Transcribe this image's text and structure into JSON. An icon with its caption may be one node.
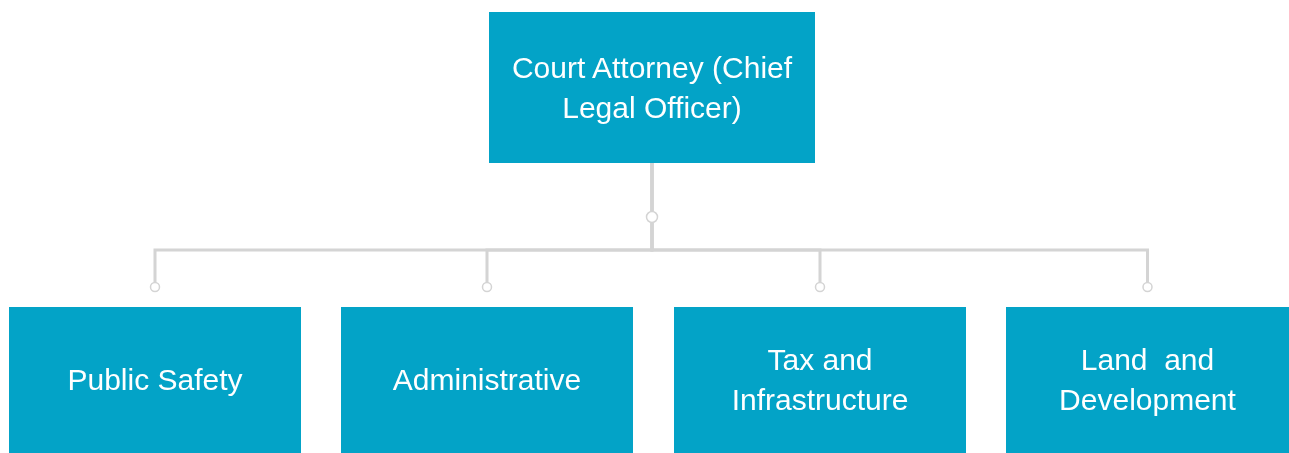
{
  "diagram": {
    "nodes": [
      {
        "text": [
          "Court Attorney (Chief Legal Officer)"
        ]
      },
      {
        "text": [
          "Public Safety"
        ]
      },
      {
        "text": [
          "Administrative"
        ]
      },
      {
        "text": [
          "Tax and Infrastructure"
        ]
      },
      {
        "text": [
          "Land  and Development"
        ]
      }
    ],
    "edges": [
      {
        "from": 0,
        "to": 1,
        "arrow": "other"
      },
      {
        "from": 0,
        "to": 2,
        "arrow": "other"
      },
      {
        "from": 0,
        "to": 3,
        "arrow": "other"
      },
      {
        "from": 0,
        "to": 4,
        "arrow": "other"
      }
    ]
  }
}
